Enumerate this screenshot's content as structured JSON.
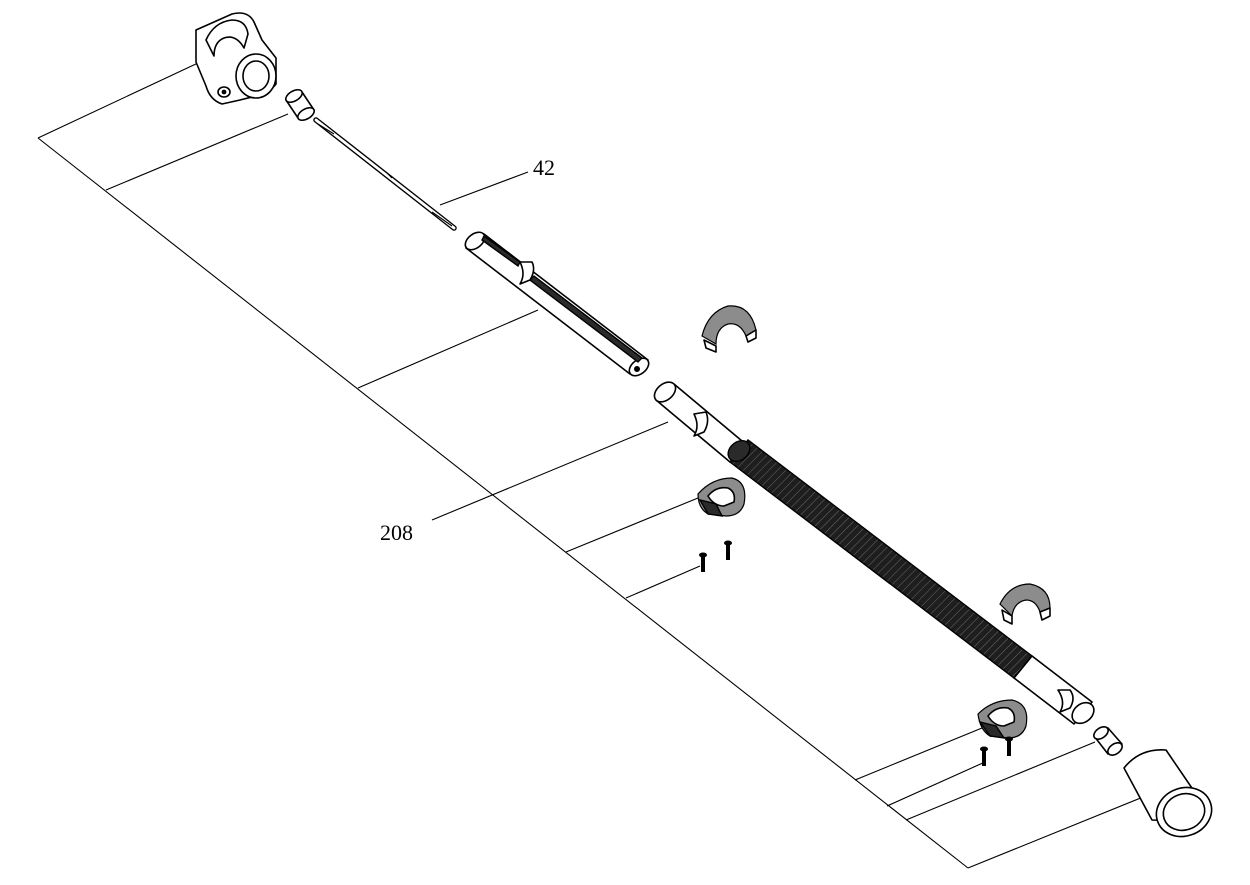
{
  "callouts": [
    {
      "id": "rod",
      "text": "42"
    },
    {
      "id": "tube",
      "text": "208"
    }
  ],
  "parts": [
    "top-housing-icon",
    "sleeve-icon",
    "threaded-rod-icon",
    "slotted-shaft-icon",
    "upper-clamp-icon",
    "knurled-tube-icon",
    "mid-clamp-icon",
    "screws-pair-upper-icon",
    "right-clamp-icon",
    "lower-clamp-icon",
    "screws-pair-lower-icon",
    "end-cap-icon",
    "end-sleeve-icon"
  ]
}
